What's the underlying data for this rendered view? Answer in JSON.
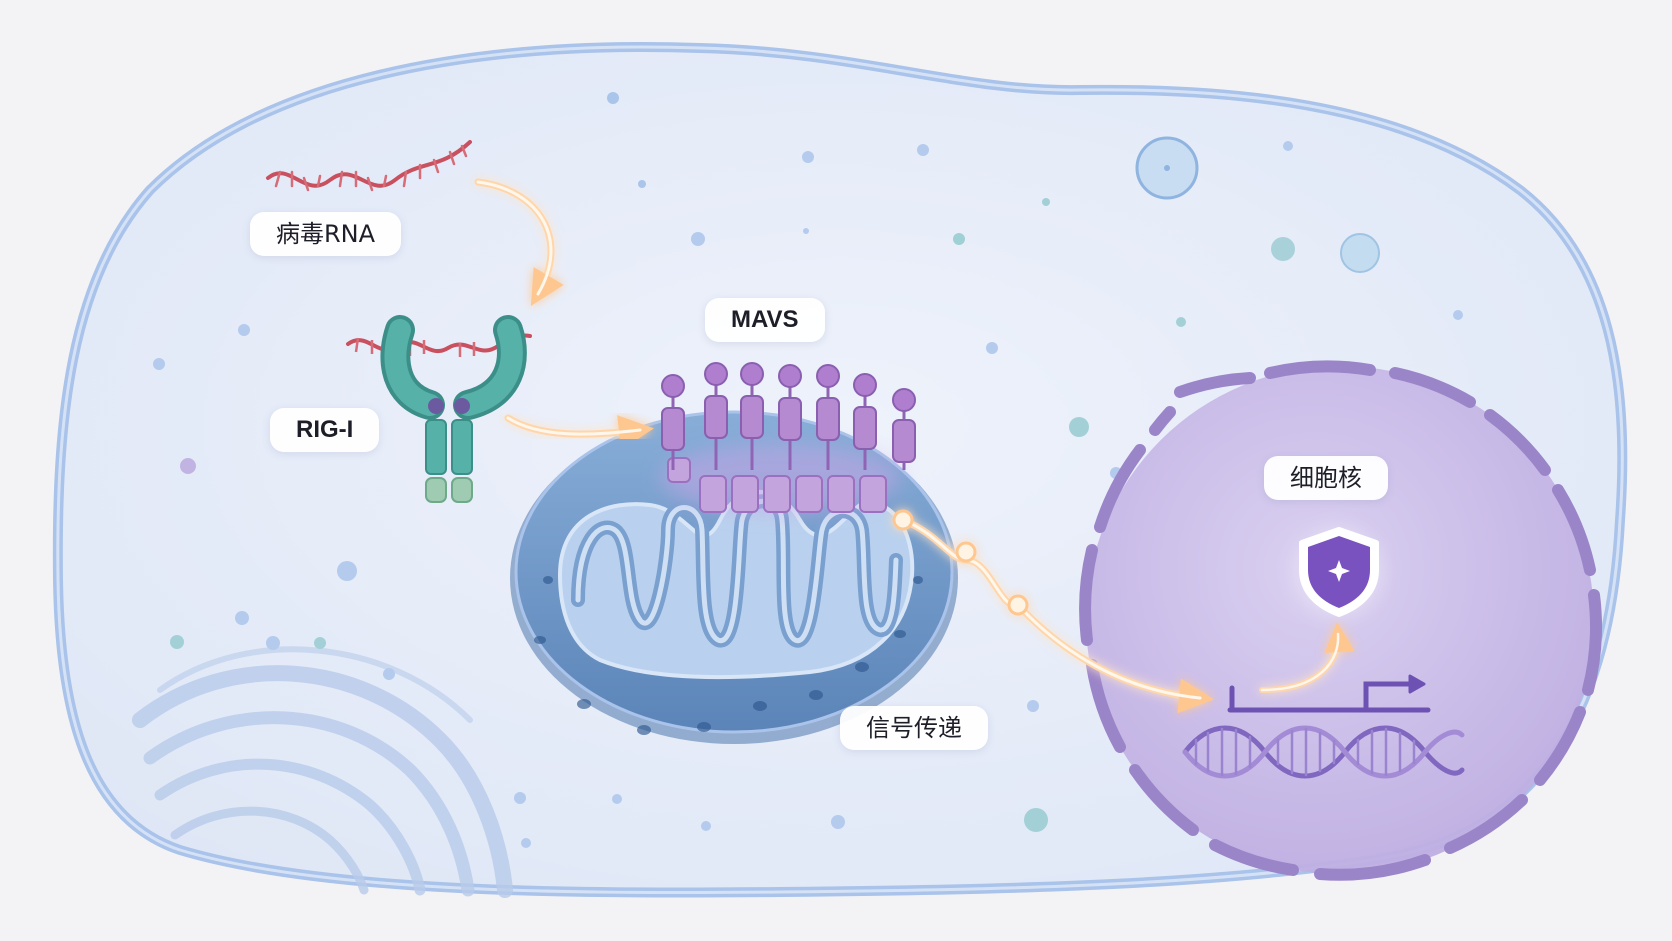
{
  "labels": {
    "viral_rna": "病毒RNA",
    "rig_i": "RIG-I",
    "mavs": "MAVS",
    "signal": "信号传递",
    "nucleus": "细胞核"
  },
  "colors": {
    "cell_membrane": "#a9c3ea",
    "cytoplasm": "#e7edf8",
    "rna": "#c8505f",
    "rig_i": "#4fa9a2",
    "mavs": "#a56cbd",
    "mitochondrion": "#6e97c8",
    "nucleus": "#b9a6de",
    "arrow_glow": "#ffc48a"
  }
}
